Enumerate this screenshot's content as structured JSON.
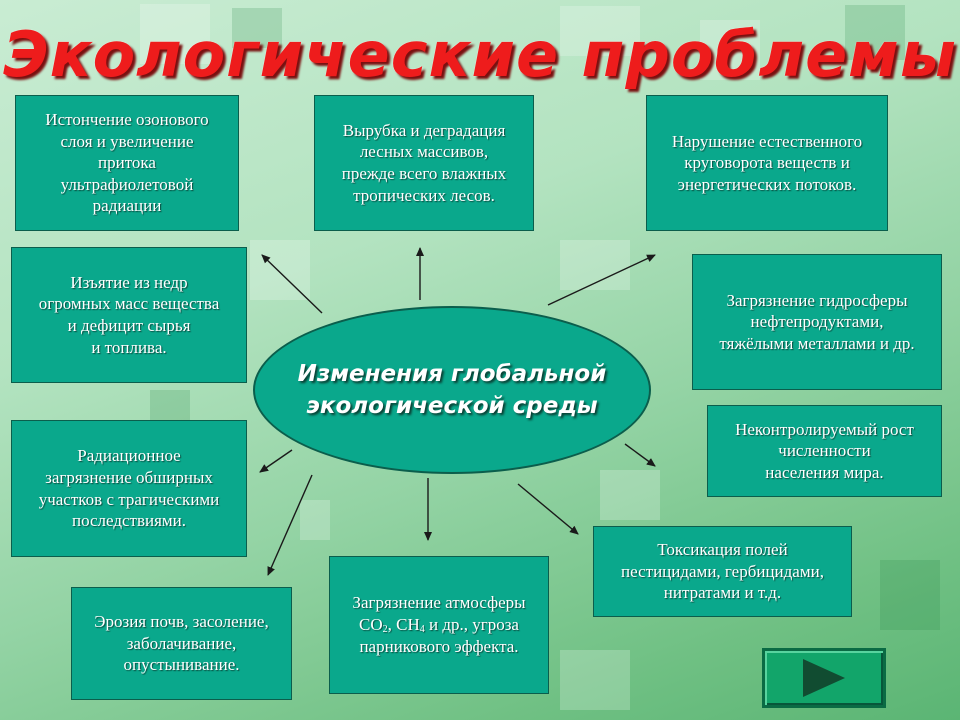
{
  "title": "Экологические проблемы",
  "center": "Изменения глобальной\nэкологической среды",
  "problems": {
    "ozone": "Истончение озонового\nслоя и увеличение\nпритока\nультрафиолетовой\nрадиации",
    "forests": "Вырубка и деградация\nлесных массивов,\nпрежде всего влажных\nтропических лесов.",
    "cycle": "Нарушение естественного\nкруговорота веществ и\nэнергетических потоков.",
    "extraction": "Изъятие из недр\nогромных масс вещества\nи дефицит сырья\nи топлива.",
    "hydrosphere": "Загрязнение гидросферы\nнефтепродуктами,\nтяжёлыми металлами и др.",
    "population": "Неконтролируемый рост\nчисленности\nнаселения мира.",
    "radiation": "Радиационное\nзагрязнение обширных\nучастков с трагическими\nпоследствиями.",
    "toxication": "Токсикация полей\nпестицидами, гербицидами,\nнитратами и т.д.",
    "erosion": "Эрозия почв, засоление,\nзаболачивание,\nопустынивание.",
    "atmosphere": {
      "line1": "Загрязнение атмосферы",
      "co": "CO",
      "co_sub": "2",
      "ch": ", CH",
      "ch_sub": "4",
      "rest": " и др., угроза",
      "line3": "парникового эффекта."
    }
  },
  "colors": {
    "box_fill": "#0aa88c",
    "box_border": "#0b5e4c",
    "title_color": "#ee1c1c"
  },
  "navigation": {
    "next_icon": "play-triangle-icon"
  }
}
